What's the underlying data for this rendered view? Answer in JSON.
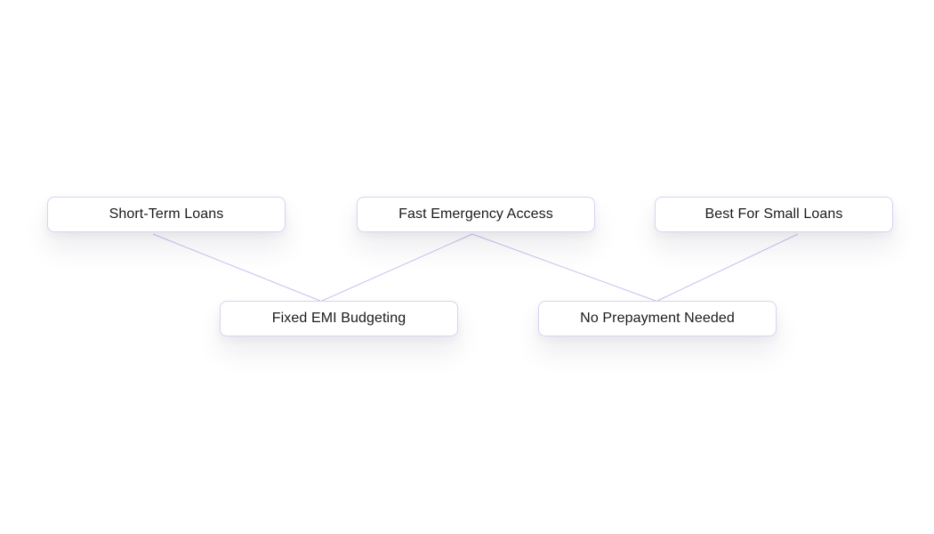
{
  "diagram": {
    "nodes": [
      {
        "id": "n1",
        "label": "Short-Term Loans"
      },
      {
        "id": "n2",
        "label": "Fast Emergency Access"
      },
      {
        "id": "n3",
        "label": "Best For Small Loans"
      },
      {
        "id": "n4",
        "label": "Fixed EMI Budgeting"
      },
      {
        "id": "n5",
        "label": "No Prepayment Needed"
      }
    ],
    "edges": [
      {
        "from": "n1",
        "to": "n4"
      },
      {
        "from": "n2",
        "to": "n4"
      },
      {
        "from": "n2",
        "to": "n5"
      },
      {
        "from": "n3",
        "to": "n5"
      }
    ],
    "colors": {
      "node_border": "#d6d3f4",
      "edge": "#c4c1ef",
      "text": "#1a1a1a",
      "background": "#ffffff"
    }
  }
}
